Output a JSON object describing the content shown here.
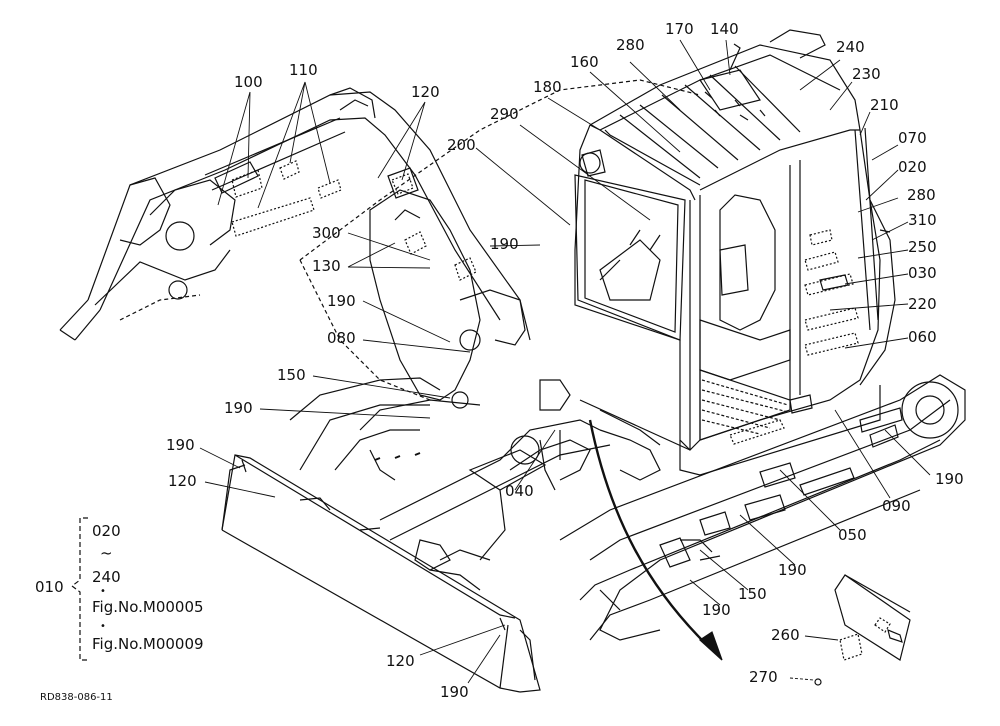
{
  "labels": {
    "l100": "100",
    "l110": "110",
    "l120_top": "120",
    "l160": "160",
    "l280_top": "280",
    "l170": "170",
    "l140": "140",
    "l240": "240",
    "l230": "230",
    "l180": "180",
    "l290": "290",
    "l210": "210",
    "l200": "200",
    "l070": "070",
    "l020": "020",
    "l280_right": "280",
    "l310": "310",
    "l300": "300",
    "l190_a": "190",
    "l250": "250",
    "l130": "130",
    "l030": "030",
    "l190_b": "190",
    "l220": "220",
    "l080": "080",
    "l060": "060",
    "l150_a": "150",
    "l190_c": "190",
    "l190_d": "190",
    "l120_left": "120",
    "l040": "040",
    "l190_e": "190",
    "l090": "090",
    "l050": "050",
    "l190_f": "190",
    "l150_b": "150",
    "l190_g": "190",
    "l260": "260",
    "l120_bottom": "120",
    "l270": "270",
    "l190_h": "190"
  },
  "bracket_note": {
    "line1": "020",
    "line2": "~",
    "line3": "240",
    "dot1": "•",
    "line4": "Fig.No.M00005",
    "dot2": "•",
    "line5": "Fig.No.M00009",
    "group_label": "010"
  },
  "drawing_code": "RD838-086-11"
}
